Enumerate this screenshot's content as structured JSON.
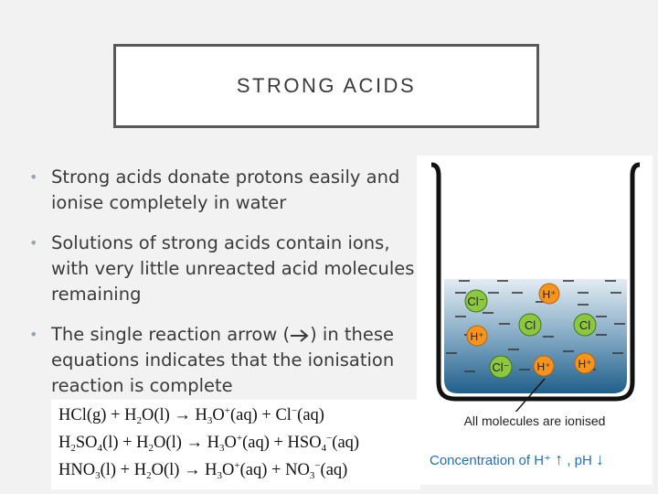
{
  "title": "STRONG ACIDS",
  "bullets": [
    {
      "text": "Strong acids donate protons easily and ionise completely in water"
    },
    {
      "text": "Solutions of strong acids contain ions, with very little unreacted acid molecules remaining"
    },
    {
      "text_before": "The single reaction arrow (",
      "text_after": ") in these equations indicates that the ionisation reaction is complete"
    }
  ],
  "equations": {
    "line1": {
      "a": "HCl(g) + H",
      "b": "2",
      "c": "O(l) → H",
      "d": "3",
      "e": "O",
      "f": "+",
      "g": "(aq) + Cl",
      "h": "−",
      "i": "(aq)"
    },
    "line2": {
      "a": "H",
      "b": "2",
      "c": "SO",
      "d": "4",
      "e": "(l) + H",
      "f": "2",
      "g": "O(l) → H",
      "h": "3",
      "i": "O",
      "j": "+",
      "k": "(aq) + HSO",
      "l": "4",
      "m": "−",
      "n": "(aq)"
    },
    "line3": {
      "a": "HNO",
      "b": "3",
      "c": "(l) + H",
      "d": "2",
      "e": "O(l) → H",
      "f": "3",
      "g": "O",
      "h": "+",
      "i": "(aq) + NO",
      "j": "3",
      "k": "−",
      "l": "(aq)"
    }
  },
  "figure": {
    "ions": [
      {
        "label": "Cl⁻",
        "type": "chloride"
      },
      {
        "label": "H⁺",
        "type": "hydronium"
      },
      {
        "label": "H⁺",
        "type": "hydronium"
      },
      {
        "label": "Cl",
        "type": "chloride"
      },
      {
        "label": "Cl",
        "type": "chloride"
      },
      {
        "label": "Cl⁻",
        "type": "chloride"
      },
      {
        "label": "H⁺",
        "type": "hydronium"
      },
      {
        "label": "H⁺",
        "type": "hydronium"
      }
    ],
    "caption": "All molecules are ionised",
    "concentration_label": "Concentration of H⁺",
    "ph_label": ", pH",
    "up_arrow": "↑",
    "down_arrow": "↓",
    "colors": {
      "chloride": "#8dc63f",
      "hydronium": "#f7941d",
      "water_top": "#e3ecf3",
      "water_bottom": "#1f5f8a",
      "accent_text": "#1f6fb5"
    }
  }
}
